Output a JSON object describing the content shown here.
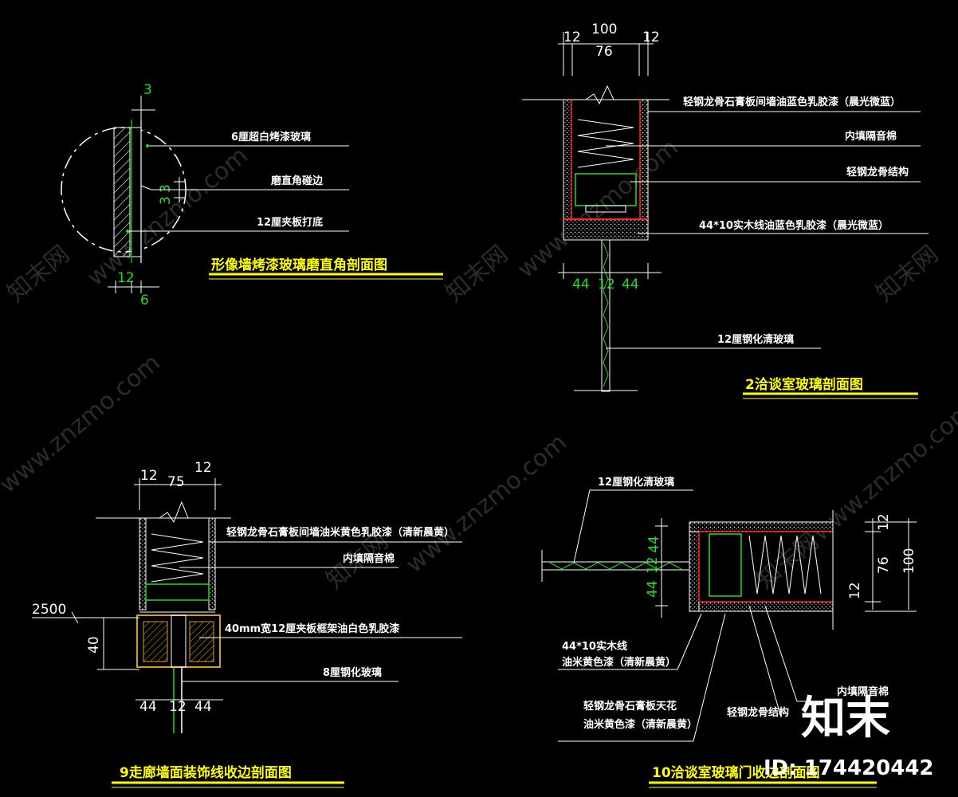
{
  "colors": {
    "background": "#000000",
    "line": "#ffffff",
    "dimension": "#ffffff",
    "leader_note": "#ffffff",
    "accent_green": "#22dd22",
    "accent_red": "#ff2222",
    "title_text": "#ffff00",
    "title_underline": "#ffff00",
    "watermark": "#2b2b2b",
    "brand": "#ffffff"
  },
  "detail_a": {
    "title": "形像墙烤漆玻璃磨直角剖面图",
    "dims": {
      "top": "3",
      "mid": "3",
      "mid2": "3",
      "bottom_left": "12",
      "bottom_right": "6"
    },
    "notes": [
      "6厘超白烤漆玻璃",
      "磨直角碰边",
      "12厘夹板打底"
    ]
  },
  "detail_b": {
    "title": "2洽谈室玻璃剖面图",
    "dims": {
      "total": "100",
      "left": "12",
      "mid": "76",
      "right": "12",
      "bottom_left": "44",
      "bottom_mid": "12",
      "bottom_right": "44"
    },
    "notes": [
      "轻钢龙骨石膏板间墙油蓝色乳胶漆（晨光微蓝）",
      "内填隔音棉",
      "轻钢龙骨结构",
      "44*10实木线油蓝色乳胶漆（晨光微蓝）",
      "12厘钢化清玻璃"
    ]
  },
  "detail_c": {
    "title": "9走廊墙面装饰线收边剖面图",
    "dims": {
      "left": "12",
      "mid": "75",
      "right": "12",
      "level": "2500",
      "height": "40",
      "bottom_left": "44",
      "bottom_mid": "12",
      "bottom_right": "44"
    },
    "notes": [
      "轻钢龙骨石膏板间墙油米黄色乳胶漆（清新晨黄）",
      "内填隔音棉",
      "40mm宽12厘夹板框架油白色乳胶漆",
      "8厘钢化玻璃"
    ]
  },
  "detail_d": {
    "title": "10洽谈室玻璃门收边剖面图",
    "dims": {
      "top_a": "44",
      "mid_a": "12",
      "bot_a": "44",
      "right_top": "12",
      "right_mid": "76",
      "right_bot": "12",
      "right_total": "100"
    },
    "notes": [
      "12厘钢化清玻璃",
      "44*10实木线",
      "油米黄色漆（清新晨黄）",
      "轻钢龙骨石膏板天花",
      "油米黄色漆（清新晨黄）",
      "轻钢龙骨结构",
      "内填隔音棉"
    ]
  },
  "watermark": {
    "text": "www.znzmo.com",
    "brand_cn": "知末网"
  },
  "brand": {
    "logo": "知末",
    "id_label": "ID: 174420442"
  }
}
